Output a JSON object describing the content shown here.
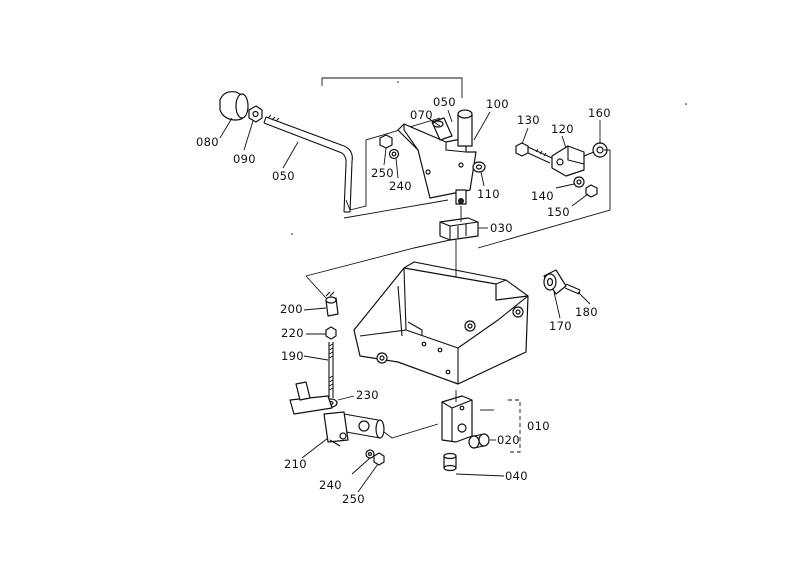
{
  "callouts": {
    "c080": "080",
    "c090": "090",
    "c050a": "050",
    "c070": "070",
    "c050b": "050",
    "c100": "100",
    "c250a": "250",
    "c240a": "240",
    "c110": "110",
    "c130": "130",
    "c120": "120",
    "c160": "160",
    "c140": "140",
    "c150": "150",
    "c030": "030",
    "c200": "200",
    "c220": "220",
    "c190": "190",
    "c170": "170",
    "c180": "180",
    "c230": "230",
    "c010": "010",
    "c020": "020",
    "c210": "210",
    "c040": "040",
    "c240b": "240",
    "c250b": "250"
  },
  "colors": {
    "line": "#111111",
    "background": "#ffffff"
  }
}
